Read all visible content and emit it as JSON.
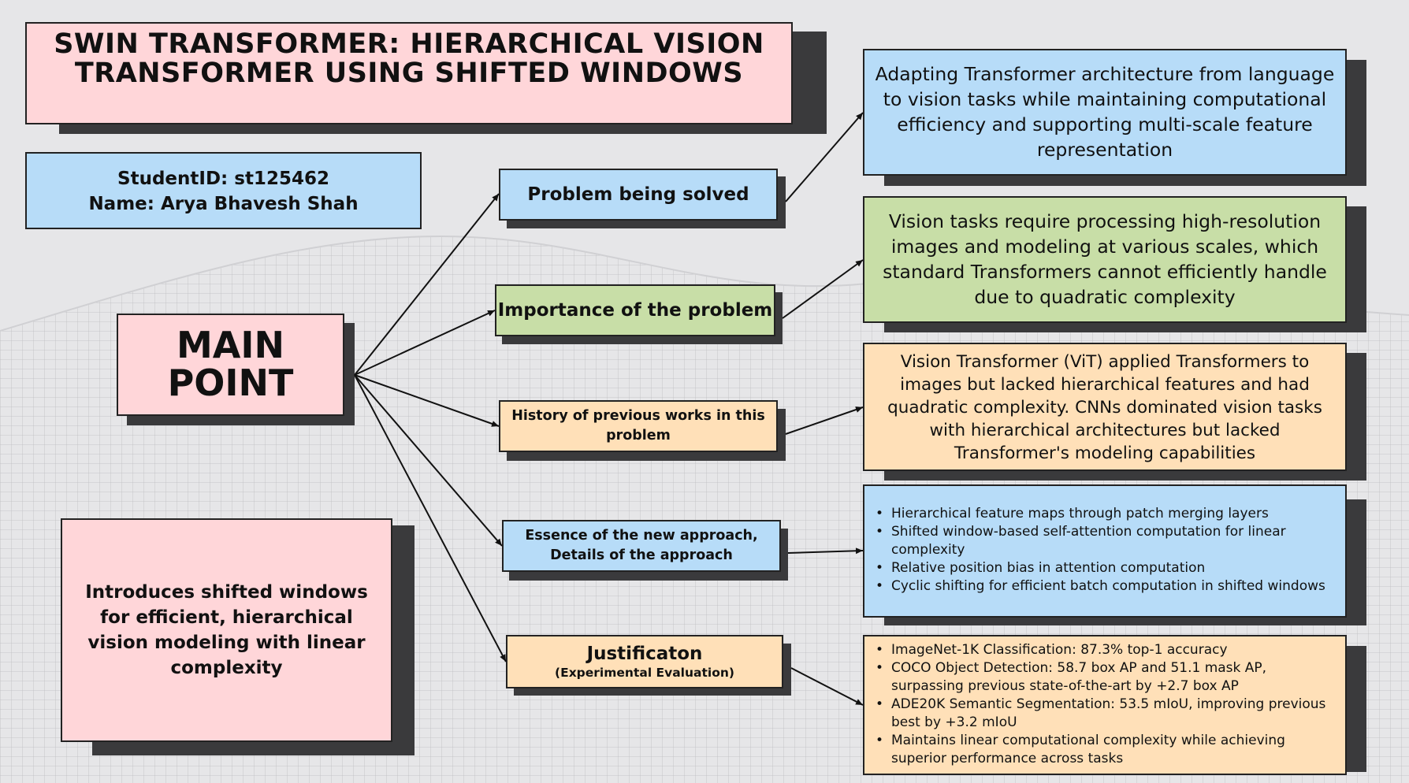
{
  "title": "SWIN TRANSFORMER: HIERARCHICAL VISION TRANSFORMER USING SHIFTED WINDOWS",
  "student": {
    "id_line": "StudentID: st125462",
    "name_line": "Name: Arya Bhavesh Shah"
  },
  "main_point": "MAIN POINT",
  "summary": "Introduces shifted windows for efficient, hierarchical vision modeling with linear complexity",
  "nodes": {
    "problem": "Problem being solved",
    "importance": "Importance of the problem",
    "history": "History of previous works in this problem",
    "essence": "Essence of the new approach, Details of the approach",
    "justification_title": "Justificaton",
    "justification_sub": "(Experimental Evaluation)"
  },
  "details": {
    "problem": "Adapting Transformer architecture from language to vision tasks while maintaining computational efficiency and supporting multi-scale feature representation",
    "importance": "Vision tasks require processing high-resolution images and modeling at various scales, which standard Transformers cannot efficiently handle due to quadratic complexity",
    "history": "Vision Transformer (ViT) applied Transformers to images but lacked hierarchical features and had quadratic complexity. CNNs dominated vision tasks with hierarchical architectures but lacked Transformer's modeling capabilities",
    "essence": [
      "Hierarchical feature maps through patch merging layers",
      "Shifted window-based self-attention computation for linear complexity",
      "Relative position bias in attention computation",
      "Cyclic shifting for efficient batch computation in shifted windows"
    ],
    "justification": [
      "ImageNet-1K Classification: 87.3% top-1 accuracy",
      "COCO Object Detection: 58.7 box AP and 51.1 mask AP, surpassing previous state-of-the-art by +2.7 box AP",
      "ADE20K Semantic Segmentation: 53.5 mIoU, improving previous best by +3.2 mIoU",
      "Maintains linear computational complexity while achieving superior performance across tasks"
    ]
  },
  "colors": {
    "pink": "#ffd6d9",
    "blue": "#b7dcf8",
    "green": "#c8dea7",
    "peach": "#ffe0b8",
    "shadow": "#3a3a3c",
    "background": "#e6e6e8"
  }
}
